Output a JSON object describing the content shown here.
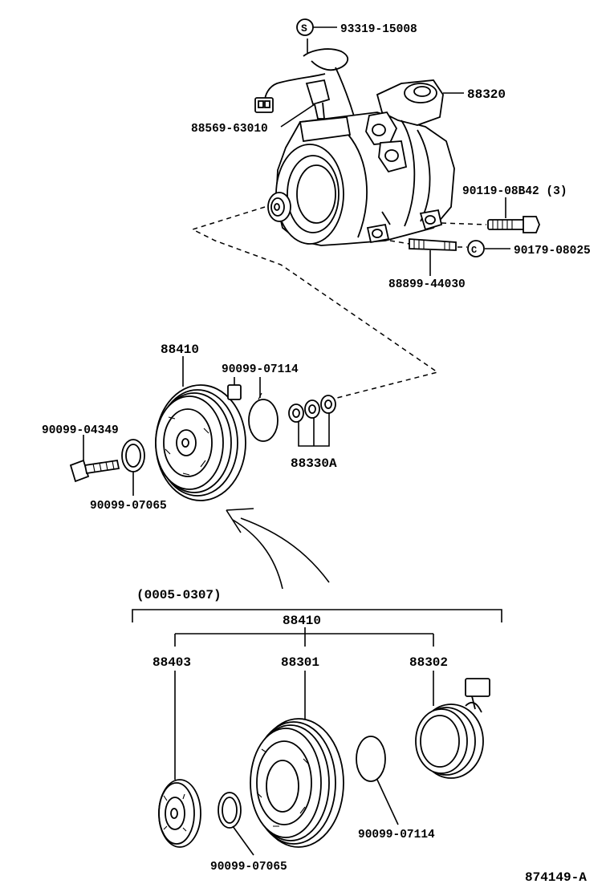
{
  "callouts": {
    "screw_s": "93319-15008",
    "pressure_switch": "88569-63010",
    "compressor_assy": "88320",
    "bolt": "90119-08B42 (3)",
    "nut": "90179-08025",
    "stud_bolt": "88899-44030",
    "clutch_assy_top": "88410",
    "snap_ring_top": "90099-07114",
    "clutch_bolt": "90099-04349",
    "washer_top": "90099-07065",
    "shims": "88330A",
    "date_range": "(0005-0307)",
    "clutch_assy_bottom": "88410",
    "hub": "88403",
    "pulley": "88301",
    "stator": "88302",
    "snap_ring_bottom": "90099-07114",
    "washer_bottom": "90099-07065",
    "figure_id": "874149-A"
  },
  "symbols": {
    "screw_marker": "S",
    "nut_marker": "C"
  }
}
